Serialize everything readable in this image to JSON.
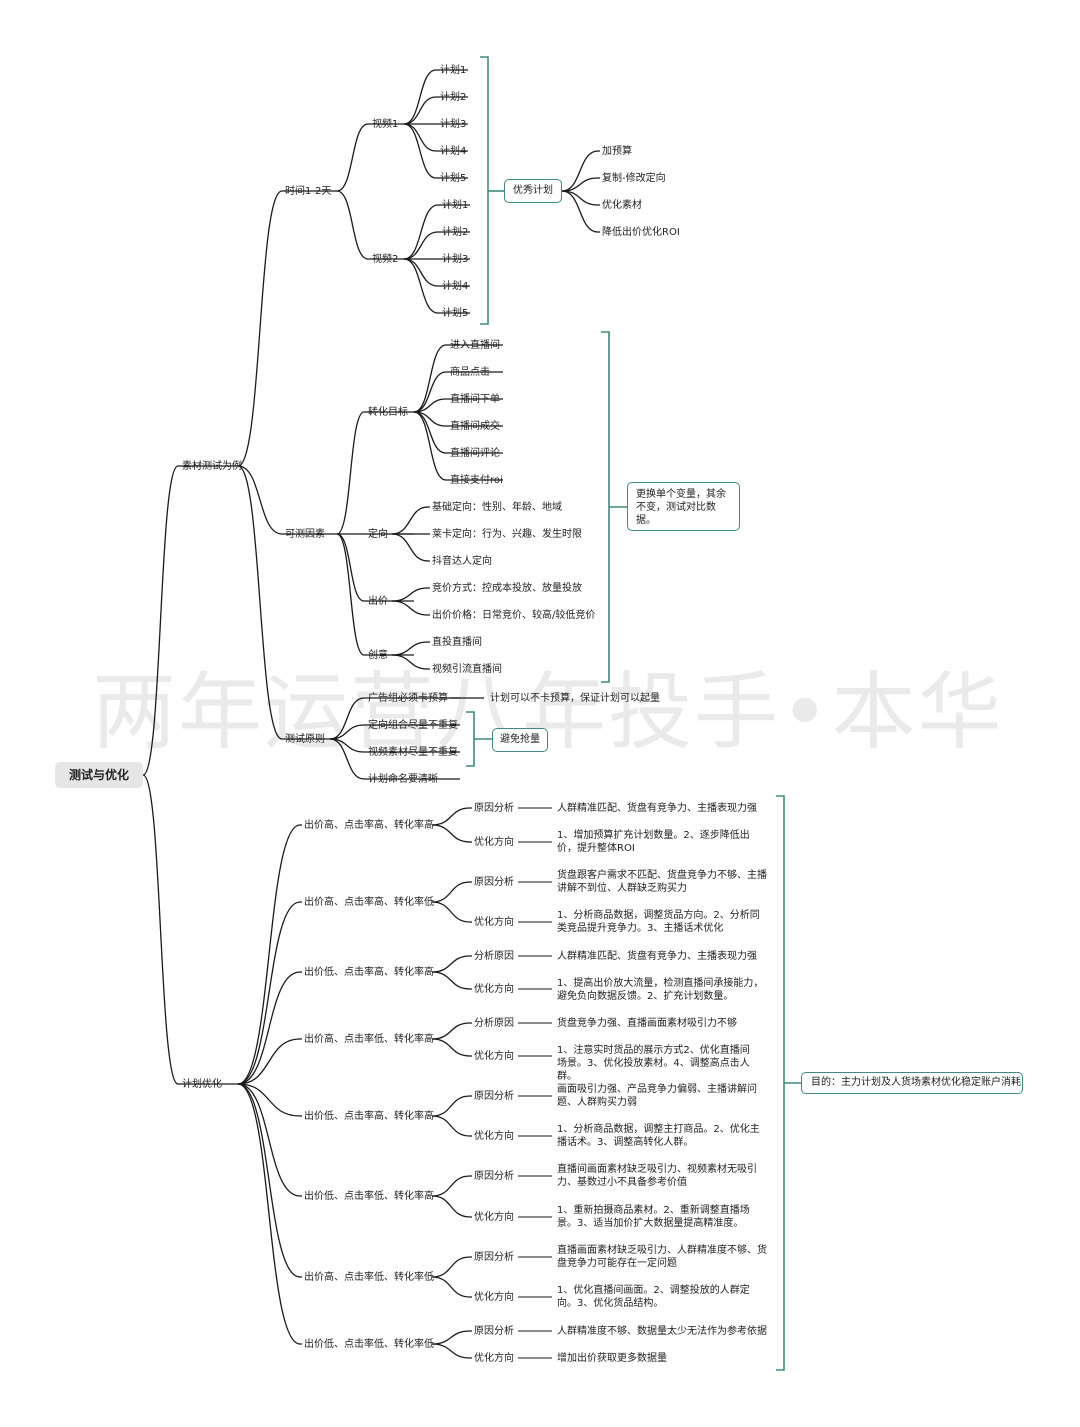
{
  "root": "测试与优化",
  "watermark": "两年运营八年投手•本华",
  "colors": {
    "line": "#1a1a1a",
    "accent": "#3f8a82"
  },
  "material": {
    "label": "素材测试为例",
    "time": {
      "label": "时间1-2天",
      "video1": {
        "label": "视频1",
        "plans": [
          "计划1",
          "计划2",
          "计划3",
          "计划4",
          "计划5"
        ]
      },
      "video2": {
        "label": "视频2",
        "plans": [
          "计划1",
          "计划2",
          "计划3",
          "计划4",
          "计划5"
        ]
      },
      "summary": "优秀计划",
      "actions": [
        "加预算",
        "复制-修改定向",
        "优化素材",
        "降低出价优化ROI"
      ]
    },
    "factors": {
      "label": "可测因素",
      "conversion": {
        "label": "转化目标",
        "items": [
          "进入直播间",
          "商品点击",
          "直播间下单",
          "直播间成交",
          "直播间评论",
          "直接支付roi"
        ]
      },
      "targeting": {
        "label": "定向",
        "items": [
          "基础定向：性别、年龄、地域",
          "莱卡定向：行为、兴趣、发生时限",
          "抖音达人定向"
        ]
      },
      "bid": {
        "label": "出价",
        "items": [
          "竞价方式：控成本投放、放量投放",
          "出价价格：日常竞价、较高/较低竞价"
        ]
      },
      "creative": {
        "label": "创意",
        "items": [
          "直投直播间",
          "视频引流直播间"
        ]
      },
      "summary": "更换单个变量，其余不变，测试对比数据。"
    },
    "principles": {
      "label": "测试原则",
      "items": [
        "广告组必须卡预算",
        "定向组合尽量不重复",
        "视频素材尽量不重复",
        "计划命名要清晰"
      ],
      "budget_note": "计划可以不卡预算，保证计划可以起量",
      "summary": "避免抢量"
    }
  },
  "plan": {
    "label": "计划优化",
    "summary": "目的：主力计划及人货场素材优化稳定账户消耗",
    "cases": [
      {
        "label": "出价高、点击率高、转化率高",
        "k1": "原因分析",
        "v1": "人群精准匹配、货盘有竞争力、主播表现力强",
        "k2": "优化方向",
        "v2": "1、增加预算扩充计划数量。2、逐步降低出价，提升整体ROI"
      },
      {
        "label": "出价高、点击率高、转化率低",
        "k1": "原因分析",
        "v1": "货盘跟客户需求不匹配、货盘竞争力不够、主播讲解不到位、人群缺乏购买力",
        "k2": "优化方向",
        "v2": "1、分析商品数据，调整货品方向。2、分析同类竞品提升竞争力。3、主播话术优化"
      },
      {
        "label": "出价低、点击率高、转化率高",
        "k1": "分析原因",
        "v1": "人群精准匹配、货盘有竞争力、主播表现力强",
        "k2": "优化方向",
        "v2": "1、提高出价放大流量，检测直播间承接能力，避免负向数据反馈。2、扩充计划数量。"
      },
      {
        "label": "出价高、点击率低、转化率高",
        "k1": "分析原因",
        "v1": "货盘竞争力强、直播画面素材吸引力不够",
        "k2": "优化方向",
        "v2": "1、注意实时货品的展示方式2、优化直播间场景。3、优化投放素材。4、调整高点击人群。"
      },
      {
        "label": "出价低、点击率高、转化率高",
        "k1": "原因分析",
        "v1": "画面吸引力强、产品竞争力偏弱、主播讲解问题、人群购买力弱",
        "k2": "优化方向",
        "v2": "1、分析商品数据，调整主打商品。2、优化主播话术。3、调整高转化人群。"
      },
      {
        "label": "出价低、点击率低、转化率高",
        "k1": "原因分析",
        "v1": "直播间画面素材缺乏吸引力、视频素材无吸引力、基数过小不具备参考价值",
        "k2": "优化方向",
        "v2": "1、重新拍摄商品素材。2、重新调整直播场景。3、适当加价扩大数据量提高精准度。"
      },
      {
        "label": "出价高、点击率低、转化率低",
        "k1": "原因分析",
        "v1": "直播画面素材缺乏吸引力、人群精准度不够、货盘竞争力可能存在一定问题",
        "k2": "优化方向",
        "v2": "1、优化直播间画面。2、调整投放的人群定向。3、优化货品结构。"
      },
      {
        "label": "出价低、点击率低、转化率低",
        "k1": "原因分析",
        "v1": "人群精准度不够、数据量太少无法作为参考依据",
        "k2": "优化方向",
        "v2": "增加出价获取更多数据量"
      }
    ]
  }
}
